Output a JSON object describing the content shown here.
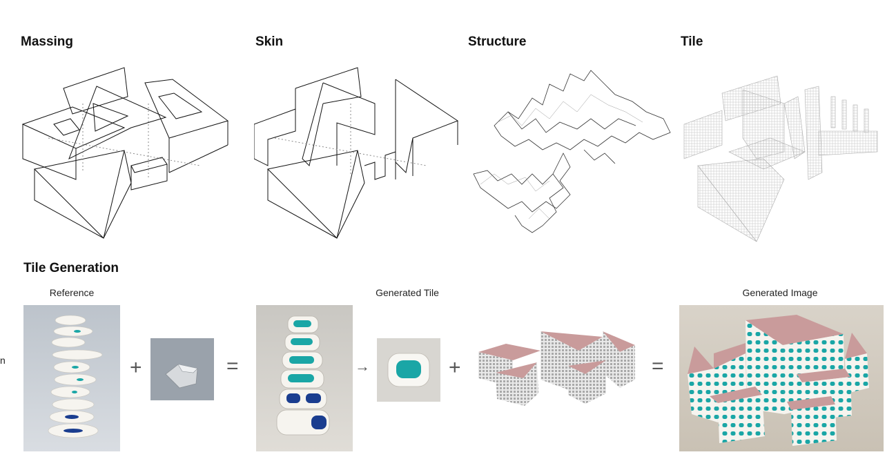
{
  "top_panels": {
    "massing": "Massing",
    "skin": "Skin",
    "structure": "Structure",
    "tile": "Tile"
  },
  "section": {
    "title": "Tile Generation",
    "side_letter": "n"
  },
  "captions": {
    "reference": "Reference",
    "generated_tile": "Generated Tile",
    "generated_image": "Generated Image"
  },
  "operators": {
    "plus": "+",
    "equals": "=",
    "arrow": "→"
  },
  "colors": {
    "teal": "#1aa6a6",
    "navy": "#1a3d8f",
    "ceramic": "#f3f1ec",
    "pink": "#c99b9b",
    "grey_bg": "#9aa2ab"
  }
}
